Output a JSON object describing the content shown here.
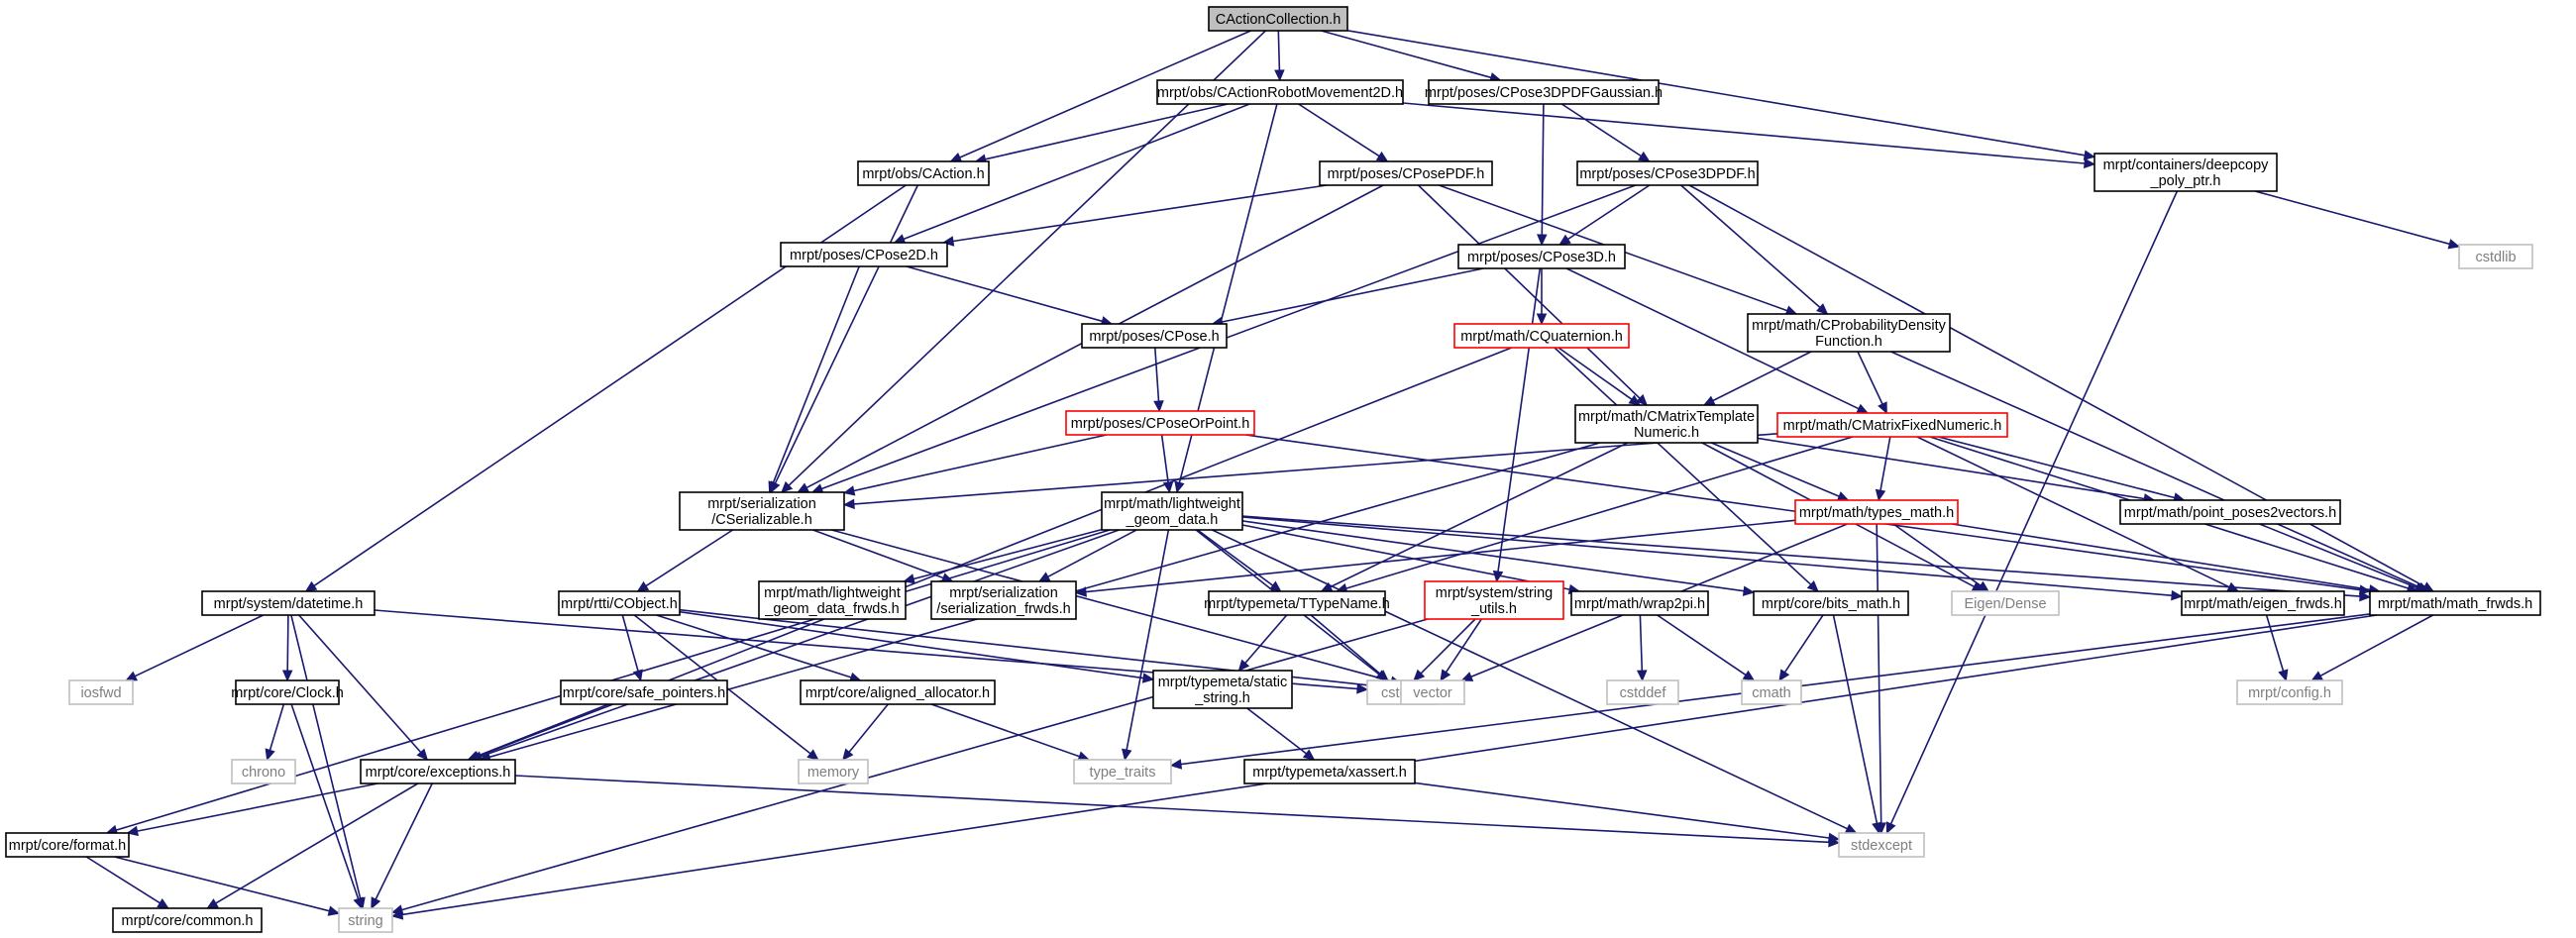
{
  "graph": {
    "nodes": [
      {
        "id": "root",
        "lines": [
          "CActionCollection.h"
        ],
        "style": "root"
      },
      {
        "id": "carm2d",
        "lines": [
          "mrpt/obs/CActionRobotMovement2D.h"
        ],
        "style": "normal"
      },
      {
        "id": "cp3dgauss",
        "lines": [
          "mrpt/poses/CPose3DPDFGaussian.h"
        ],
        "style": "normal"
      },
      {
        "id": "deepcopy",
        "lines": [
          "mrpt/containers/deepcopy",
          "_poly_ptr.h"
        ],
        "style": "normal"
      },
      {
        "id": "caction",
        "lines": [
          "mrpt/obs/CAction.h"
        ],
        "style": "normal"
      },
      {
        "id": "cposepdf",
        "lines": [
          "mrpt/poses/CPosePDF.h"
        ],
        "style": "normal"
      },
      {
        "id": "cpose3dpdf",
        "lines": [
          "mrpt/poses/CPose3DPDF.h"
        ],
        "style": "normal"
      },
      {
        "id": "cstdlib",
        "lines": [
          "cstdlib"
        ],
        "style": "sys"
      },
      {
        "id": "cpose2d",
        "lines": [
          "mrpt/poses/CPose2D.h"
        ],
        "style": "normal"
      },
      {
        "id": "cpose3d",
        "lines": [
          "mrpt/poses/CPose3D.h"
        ],
        "style": "normal"
      },
      {
        "id": "cpose",
        "lines": [
          "mrpt/poses/CPose.h"
        ],
        "style": "normal"
      },
      {
        "id": "cquat",
        "lines": [
          "mrpt/math/CQuaternion.h"
        ],
        "style": "red"
      },
      {
        "id": "cprobdens",
        "lines": [
          "mrpt/math/CProbabilityDensity",
          "Function.h"
        ],
        "style": "normal"
      },
      {
        "id": "cposeorpoint",
        "lines": [
          "mrpt/poses/CPoseOrPoint.h"
        ],
        "style": "red"
      },
      {
        "id": "cmtn",
        "lines": [
          "mrpt/math/CMatrixTemplate",
          "Numeric.h"
        ],
        "style": "normal"
      },
      {
        "id": "cmfn",
        "lines": [
          "mrpt/math/CMatrixFixedNumeric.h"
        ],
        "style": "red"
      },
      {
        "id": "cserial",
        "lines": [
          "mrpt/serialization",
          "/CSerializable.h"
        ],
        "style": "normal"
      },
      {
        "id": "lgd",
        "lines": [
          "mrpt/math/lightweight",
          "_geom_data.h"
        ],
        "style": "normal"
      },
      {
        "id": "typesmath",
        "lines": [
          "mrpt/math/types_math.h"
        ],
        "style": "red"
      },
      {
        "id": "pp2v",
        "lines": [
          "mrpt/math/point_poses2vectors.h"
        ],
        "style": "normal"
      },
      {
        "id": "datetime",
        "lines": [
          "mrpt/system/datetime.h"
        ],
        "style": "normal"
      },
      {
        "id": "cobject",
        "lines": [
          "mrpt/rtti/CObject.h"
        ],
        "style": "normal"
      },
      {
        "id": "lgdf",
        "lines": [
          "mrpt/math/lightweight",
          "_geom_data_frwds.h"
        ],
        "style": "normal"
      },
      {
        "id": "serfrwds",
        "lines": [
          "mrpt/serialization",
          "/serialization_frwds.h"
        ],
        "style": "normal"
      },
      {
        "id": "ttypename",
        "lines": [
          "mrpt/typemeta/TTypeName.h"
        ],
        "style": "normal"
      },
      {
        "id": "strutils",
        "lines": [
          "mrpt/system/string",
          "_utils.h"
        ],
        "style": "red"
      },
      {
        "id": "wrap2pi",
        "lines": [
          "mrpt/math/wrap2pi.h"
        ],
        "style": "normal"
      },
      {
        "id": "bitsmath",
        "lines": [
          "mrpt/core/bits_math.h"
        ],
        "style": "normal"
      },
      {
        "id": "eigendense",
        "lines": [
          "Eigen/Dense"
        ],
        "style": "sys"
      },
      {
        "id": "eigenfrwds",
        "lines": [
          "mrpt/math/eigen_frwds.h"
        ],
        "style": "normal"
      },
      {
        "id": "mathfrwds",
        "lines": [
          "mrpt/math/math_frwds.h"
        ],
        "style": "normal"
      },
      {
        "id": "iosfwd",
        "lines": [
          "iosfwd"
        ],
        "style": "sys"
      },
      {
        "id": "clock",
        "lines": [
          "mrpt/core/Clock.h"
        ],
        "style": "normal"
      },
      {
        "id": "safeptr",
        "lines": [
          "mrpt/core/safe_pointers.h"
        ],
        "style": "normal"
      },
      {
        "id": "alignedalloc",
        "lines": [
          "mrpt/core/aligned_allocator.h"
        ],
        "style": "normal"
      },
      {
        "id": "staticstr",
        "lines": [
          "mrpt/typemeta/static",
          "_string.h"
        ],
        "style": "normal"
      },
      {
        "id": "cstdint",
        "lines": [
          "cstdint"
        ],
        "style": "sys"
      },
      {
        "id": "vector",
        "lines": [
          "vector"
        ],
        "style": "sys"
      },
      {
        "id": "cstddef",
        "lines": [
          "cstddef"
        ],
        "style": "sys"
      },
      {
        "id": "cmath",
        "lines": [
          "cmath"
        ],
        "style": "sys"
      },
      {
        "id": "mrptconfig",
        "lines": [
          "mrpt/config.h"
        ],
        "style": "sys"
      },
      {
        "id": "chrono",
        "lines": [
          "chrono"
        ],
        "style": "sys"
      },
      {
        "id": "memory",
        "lines": [
          "memory"
        ],
        "style": "sys"
      },
      {
        "id": "typetraits",
        "lines": [
          "type_traits"
        ],
        "style": "sys"
      },
      {
        "id": "exceptions",
        "lines": [
          "mrpt/core/exceptions.h"
        ],
        "style": "normal"
      },
      {
        "id": "xassert",
        "lines": [
          "mrpt/typemeta/xassert.h"
        ],
        "style": "normal"
      },
      {
        "id": "format",
        "lines": [
          "mrpt/core/format.h"
        ],
        "style": "normal"
      },
      {
        "id": "stdexcept",
        "lines": [
          "stdexcept"
        ],
        "style": "sys"
      },
      {
        "id": "string",
        "lines": [
          "string"
        ],
        "style": "sys"
      },
      {
        "id": "common",
        "lines": [
          "mrpt/core/common.h"
        ],
        "style": "normal"
      }
    ],
    "edges": [
      [
        "root",
        "carm2d"
      ],
      [
        "root",
        "cp3dgauss"
      ],
      [
        "root",
        "deepcopy"
      ],
      [
        "root",
        "caction"
      ],
      [
        "root",
        "cserial"
      ],
      [
        "carm2d",
        "caction"
      ],
      [
        "carm2d",
        "cposepdf"
      ],
      [
        "carm2d",
        "cpose2d"
      ],
      [
        "carm2d",
        "lgd"
      ],
      [
        "carm2d",
        "deepcopy"
      ],
      [
        "cp3dgauss",
        "cpose3dpdf"
      ],
      [
        "cp3dgauss",
        "cpose3d"
      ],
      [
        "deepcopy",
        "stdexcept"
      ],
      [
        "deepcopy",
        "cstdlib"
      ],
      [
        "caction",
        "cserial"
      ],
      [
        "caction",
        "datetime"
      ],
      [
        "cposepdf",
        "cpose2d"
      ],
      [
        "cposepdf",
        "cserial"
      ],
      [
        "cposepdf",
        "cprobdens"
      ],
      [
        "cposepdf",
        "cmtn"
      ],
      [
        "cpose3dpdf",
        "cpose3d"
      ],
      [
        "cpose3dpdf",
        "cprobdens"
      ],
      [
        "cpose3dpdf",
        "cserial"
      ],
      [
        "cpose3dpdf",
        "mathfrwds"
      ],
      [
        "cpose2d",
        "cpose"
      ],
      [
        "cpose2d",
        "cserial"
      ],
      [
        "cpose3d",
        "cpose"
      ],
      [
        "cpose3d",
        "cquat"
      ],
      [
        "cpose3d",
        "cmfn"
      ],
      [
        "cpose3d",
        "strutils"
      ],
      [
        "cpose",
        "cposeorpoint"
      ],
      [
        "cquat",
        "cmtn"
      ],
      [
        "cquat",
        "exceptions"
      ],
      [
        "cquat",
        "bitsmath"
      ],
      [
        "cprobdens",
        "cmtn"
      ],
      [
        "cprobdens",
        "cmfn"
      ],
      [
        "cprobdens",
        "mathfrwds"
      ],
      [
        "cposeorpoint",
        "cserial"
      ],
      [
        "cposeorpoint",
        "lgd"
      ],
      [
        "cposeorpoint",
        "mathfrwds"
      ],
      [
        "cmtn",
        "typesmath"
      ],
      [
        "cmtn",
        "ttypename"
      ],
      [
        "cmtn",
        "eigendense"
      ],
      [
        "cmtn",
        "exceptions"
      ],
      [
        "cmtn",
        "pp2v"
      ],
      [
        "cmfn",
        "typesmath"
      ],
      [
        "cmfn",
        "pp2v"
      ],
      [
        "cmfn",
        "mathfrwds"
      ],
      [
        "cmfn",
        "cserial"
      ],
      [
        "cmfn",
        "eigenfrwds"
      ],
      [
        "cmfn",
        "ttypename"
      ],
      [
        "cserial",
        "cobject"
      ],
      [
        "cserial",
        "serfrwds"
      ],
      [
        "cserial",
        "vector"
      ],
      [
        "lgd",
        "lgdf"
      ],
      [
        "lgd",
        "serfrwds"
      ],
      [
        "lgd",
        "ttypename"
      ],
      [
        "lgd",
        "wrap2pi"
      ],
      [
        "lgd",
        "bitsmath"
      ],
      [
        "lgd",
        "eigenfrwds"
      ],
      [
        "lgd",
        "mathfrwds"
      ],
      [
        "lgd",
        "exceptions"
      ],
      [
        "lgd",
        "format"
      ],
      [
        "lgd",
        "typetraits"
      ],
      [
        "lgd",
        "cstdint"
      ],
      [
        "lgd",
        "stdexcept"
      ],
      [
        "typesmath",
        "eigendense"
      ],
      [
        "typesmath",
        "mathfrwds"
      ],
      [
        "typesmath",
        "vector"
      ],
      [
        "typesmath",
        "stdexcept"
      ],
      [
        "typesmath",
        "serfrwds"
      ],
      [
        "pp2v",
        "mathfrwds"
      ],
      [
        "datetime",
        "iosfwd"
      ],
      [
        "datetime",
        "clock"
      ],
      [
        "datetime",
        "exceptions"
      ],
      [
        "datetime",
        "string"
      ],
      [
        "datetime",
        "cstdint"
      ],
      [
        "cobject",
        "safeptr"
      ],
      [
        "cobject",
        "alignedalloc"
      ],
      [
        "cobject",
        "staticstr"
      ],
      [
        "cobject",
        "memory"
      ],
      [
        "cobject",
        "vector"
      ],
      [
        "ttypename",
        "staticstr"
      ],
      [
        "ttypename",
        "cstdint"
      ],
      [
        "strutils",
        "vector"
      ],
      [
        "strutils",
        "cstdint"
      ],
      [
        "strutils",
        "string"
      ],
      [
        "wrap2pi",
        "cstddef"
      ],
      [
        "wrap2pi",
        "cmath"
      ],
      [
        "bitsmath",
        "cmath"
      ],
      [
        "bitsmath",
        "stdexcept"
      ],
      [
        "eigenfrwds",
        "mrptconfig"
      ],
      [
        "mathfrwds",
        "mrptconfig"
      ],
      [
        "mathfrwds",
        "typetraits"
      ],
      [
        "mathfrwds",
        "string"
      ],
      [
        "clock",
        "chrono"
      ],
      [
        "clock",
        "string"
      ],
      [
        "safeptr",
        "exceptions"
      ],
      [
        "alignedalloc",
        "memory"
      ],
      [
        "alignedalloc",
        "typetraits"
      ],
      [
        "staticstr",
        "xassert"
      ],
      [
        "exceptions",
        "format"
      ],
      [
        "exceptions",
        "common"
      ],
      [
        "exceptions",
        "string"
      ],
      [
        "exceptions",
        "stdexcept"
      ],
      [
        "xassert",
        "stdexcept"
      ],
      [
        "format",
        "common"
      ],
      [
        "format",
        "string"
      ]
    ]
  },
  "colors": {
    "edge": "#191970",
    "root_fill": "#bfbfbf",
    "highlight_border": "#ff0000",
    "system_border": "#bfbfbf",
    "system_text": "#7f7f7f"
  }
}
